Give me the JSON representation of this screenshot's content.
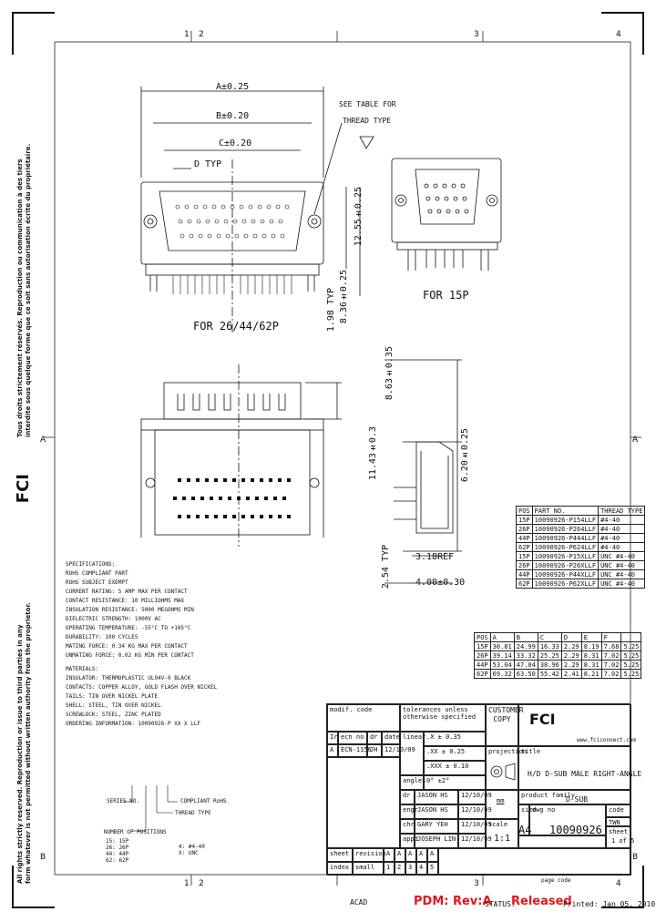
{
  "grid": {
    "top_cols": [
      "1",
      "2",
      "3",
      "4"
    ],
    "bottom_cols": [
      "1",
      "2",
      "3",
      "4"
    ],
    "rows": [
      "A",
      "B"
    ]
  },
  "side_text": {
    "line1": "All rights strictly reserved. Reproduction or issue to third parties in any",
    "line2": "form whatever is not permitted without written authority from the proprietor.",
    "line3": "Tous droits strictement réservés. Reproduction ou communication à des tiers",
    "line4": "interdite sous quelque forme que ce soit sans autorisation écrite du propriétaire."
  },
  "logo": "FCI",
  "views": {
    "dim_a": "A±0.25",
    "dim_b": "B±0.20",
    "dim_c": "C±0.20",
    "dim_d": "D TYP",
    "thread_note_1": "SEE TABLE FOR",
    "thread_note_2": "THREAD TYPE",
    "dim_12_55": "12.55±0.25",
    "dim_1_98": "1.98 TYP",
    "dim_8_36": "8.36±0.25",
    "label_main": "FOR 26/44/62P",
    "label_15p": "FOR 15P",
    "dim_8_63": "8.63±0.35",
    "dim_11_43": "11.43±0.3",
    "dim_6_20": "6.20±0.25",
    "dim_318": "3.18REF",
    "dim_254": "2.54 TYP",
    "dim_4_00": "4.00±0.30"
  },
  "thread_table": {
    "headers": [
      "POS",
      "PART NO.",
      "THREAD TYPE"
    ],
    "rows": [
      [
        "15P",
        "10090926-P154LLF",
        "#4-40"
      ],
      [
        "26P",
        "10090926-P264LLF",
        "#4-40"
      ],
      [
        "44P",
        "10090926-P444LLF",
        "#4-40"
      ],
      [
        "62P",
        "10090926-P624LLF",
        "#4-40"
      ],
      [
        "15P",
        "10090926-P15XLLF",
        "UNC #4-40"
      ],
      [
        "26P",
        "10090926-P26XLLF",
        "UNC #4-40"
      ],
      [
        "44P",
        "10090926-P44XLLF",
        "UNC #4-40"
      ],
      [
        "62P",
        "10090926-P62XLLF",
        "UNC #4-40"
      ]
    ]
  },
  "dim_table": {
    "headers": [
      "POS",
      "A",
      "B",
      "C",
      "D",
      "E",
      "F"
    ],
    "rows": [
      [
        "15P",
        "30.81",
        "24.99",
        "16.33",
        "2.29",
        "8.19",
        "7.68",
        "5.25"
      ],
      [
        "26P",
        "39.14",
        "33.32",
        "25.25",
        "2.29",
        "8.31",
        "7.02",
        "5.25"
      ],
      [
        "44P",
        "53.04",
        "47.04",
        "38.96",
        "2.29",
        "8.31",
        "7.02",
        "5.25"
      ],
      [
        "62P",
        "69.32",
        "63.50",
        "55.42",
        "2.41",
        "8.21",
        "7.02",
        "5.25"
      ]
    ]
  },
  "spec_notes": [
    "SPECIFICATIONS:",
    "  ROHS COMPLIANT PART",
    "  ROHS SUBJECT EXEMPT",
    "  CURRENT RATING: 5 AMP MAX PER CONTACT",
    "  CONTACT RESISTANCE: 10 MILLIOHMS MAX",
    "  INSULATION RESISTANCE: 5000 MEGOHMS MIN",
    "  DIELECTRIC STRENGTH: 1000V AC",
    "  OPERATING TEMPERATURE: -55°C TO +105°C",
    "  DURABILITY: 100 CYCLES",
    "  MATING FORCE: 0.34 KG MAX PER CONTACT",
    "  UNMATING FORCE: 0.02 KG MIN PER CONTACT",
    "MATERIALS:",
    "  INSULATOR: THERMOPLASTIC UL94V-0 BLACK",
    "  CONTACTS: COPPER ALLOY, GOLD FLASH OVER NICKEL",
    "  TAILS: TIN OVER NICKEL PLATE",
    "  SHELL: STEEL, TIN OVER NICKEL",
    "  SCREWLOCK: STEEL, ZINC PLATED",
    "ORDERING INFORMATION: 10090926-P XX X LLF"
  ],
  "ordering": {
    "series": "SERIES NO.",
    "pins": "NUMBER OF POSITIONS",
    "thread": "THREAD TYPE",
    "compliance": "COMPLIANT RoHS",
    "pos_list": [
      "15: 15P",
      "26: 26P",
      "44: 44P",
      "62: 62P"
    ],
    "thread_list": [
      "4: #4-40",
      "X: UNC"
    ]
  },
  "title_block": {
    "mod_code": "modif. code",
    "rev_col": "Ir",
    "ecn_col": "ecn no",
    "dr_col": "dr",
    "date_col": "date",
    "rev_row": [
      "A",
      "ECN-1156",
      "JH",
      "12/10/09"
    ],
    "tolerances": "tolerances unless otherwise specified",
    "customer_copy": "CUSTOMER COPY",
    "linear": "linear",
    "tol_1": ".X ± 0.35",
    "tol_2": ".XX ± 0.25",
    "tol_3": ".XXX ± 0.10",
    "angles": "angles",
    "tol_ang": "0° ±2°",
    "projection": "projection",
    "title_lbl": "title",
    "title": "H/D D-SUB MALE RIGHT-ANGLE",
    "product_family_lbl": "product family",
    "product_family": "D-SUB",
    "size_lbl": "size",
    "dwg_lbl": "dwg no",
    "code_lbl": "code",
    "code": "TWN",
    "size": "A4",
    "dwg_no": "10090926",
    "sheet_lbl": "sheet",
    "sheet": "1 of 5",
    "units": "mm",
    "dr_lbl": "dr",
    "dr_name": "JASON HS",
    "dr_date": "12/10/09",
    "engr_lbl": "engr",
    "engr_name": "JASON HS",
    "engr_date": "12/10/09",
    "chk_lbl": "chr",
    "chk_name": "GARY YEH",
    "chk_date": "12/10/09",
    "appd_lbl": "appd",
    "appd_name": "JOSEPH LIN",
    "appd_date": "12/10/09",
    "scale_lbl": "scale",
    "scale": "1:1",
    "website": "www.fciconnect.com",
    "sheet_row_lbl": "sheet",
    "revision_lbl": "revision",
    "index_lbl": "index",
    "sheet_nums": [
      "1",
      "2",
      "3",
      "4",
      "5"
    ],
    "rev_letters": [
      "A",
      "A",
      "A",
      "A",
      "A"
    ],
    "small_lbl": "small"
  },
  "footer": {
    "acad": "ACAD",
    "pdm": "PDM: Rev:A",
    "status_lbl": "STATUS:",
    "status": "Released",
    "printed": "Printed: Jan 05, 2010",
    "page_code": "page code"
  }
}
